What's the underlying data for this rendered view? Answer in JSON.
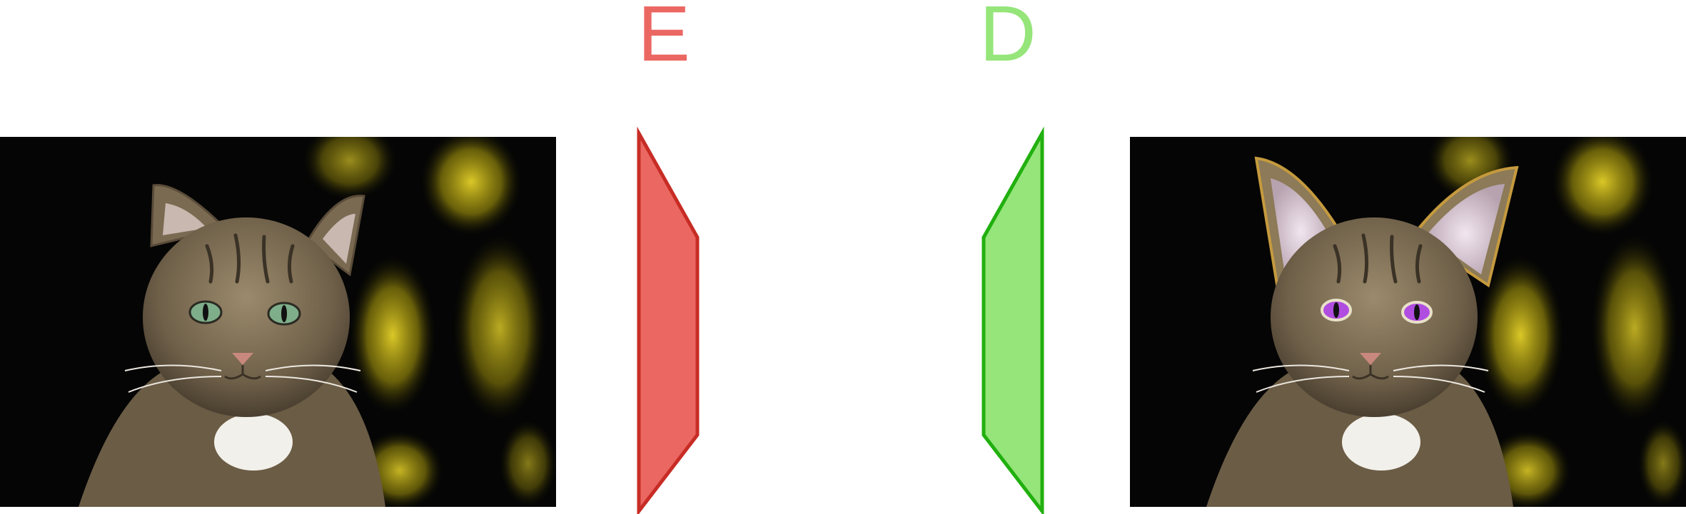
{
  "encoder": {
    "label": "E",
    "fill": "#EB6762",
    "stroke": "#C72C25"
  },
  "decoder": {
    "label": "D",
    "fill": "#95E57A",
    "stroke": "#21B00F"
  },
  "input_image": {
    "subject": "tabby-cat-photo",
    "eye_color": "green"
  },
  "output_image": {
    "subject": "edited-cat-photo",
    "eye_color": "purple",
    "ears": "large"
  },
  "colors": {
    "background": "#ffffff"
  }
}
